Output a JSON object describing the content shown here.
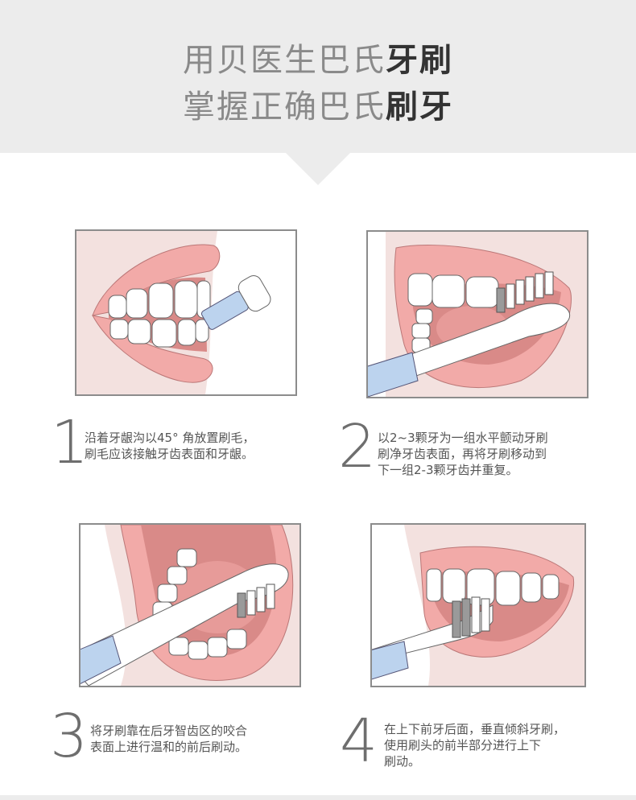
{
  "header": {
    "line1": {
      "normal": "用贝医生巴氏",
      "emphasis": "牙刷"
    },
    "line2": {
      "normal": "掌握正确巴氏",
      "emphasis": "刷牙"
    }
  },
  "steps": [
    {
      "number": "1",
      "lines": [
        "沿着牙龈沟以45° 角放置刷毛，",
        "刷毛应该接触牙齿表面和牙龈。"
      ],
      "illustration": "brush-at-45-degree-gumline"
    },
    {
      "number": "2",
      "lines": [
        "以2~3颗牙为一组水平颤动牙刷",
        "刷净牙齿表面，再将牙刷移动到",
        "下一组2-3颗牙齿并重复。"
      ],
      "illustration": "horizontal-vibration-outer-teeth"
    },
    {
      "number": "3",
      "lines": [
        "将牙刷靠在后牙智齿区的咬合",
        "表面上进行温和的前后刷动。"
      ],
      "illustration": "brushing-molar-chewing-surface"
    },
    {
      "number": "4",
      "lines": [
        "在上下前牙后面，垂直倾斜牙刷，",
        "使用刷头的前半部分进行上下",
        "刷动。"
      ],
      "illustration": "vertical-brush-inner-front-teeth"
    }
  ],
  "colors": {
    "header_bg": "#ececec",
    "lip_pink": "#f2aaa8",
    "gum_dark": "#d98a88",
    "skin_bg": "#f3e1df",
    "handle_blue": "#bcd3ee",
    "bristle_gray": "#9a9a9a"
  }
}
